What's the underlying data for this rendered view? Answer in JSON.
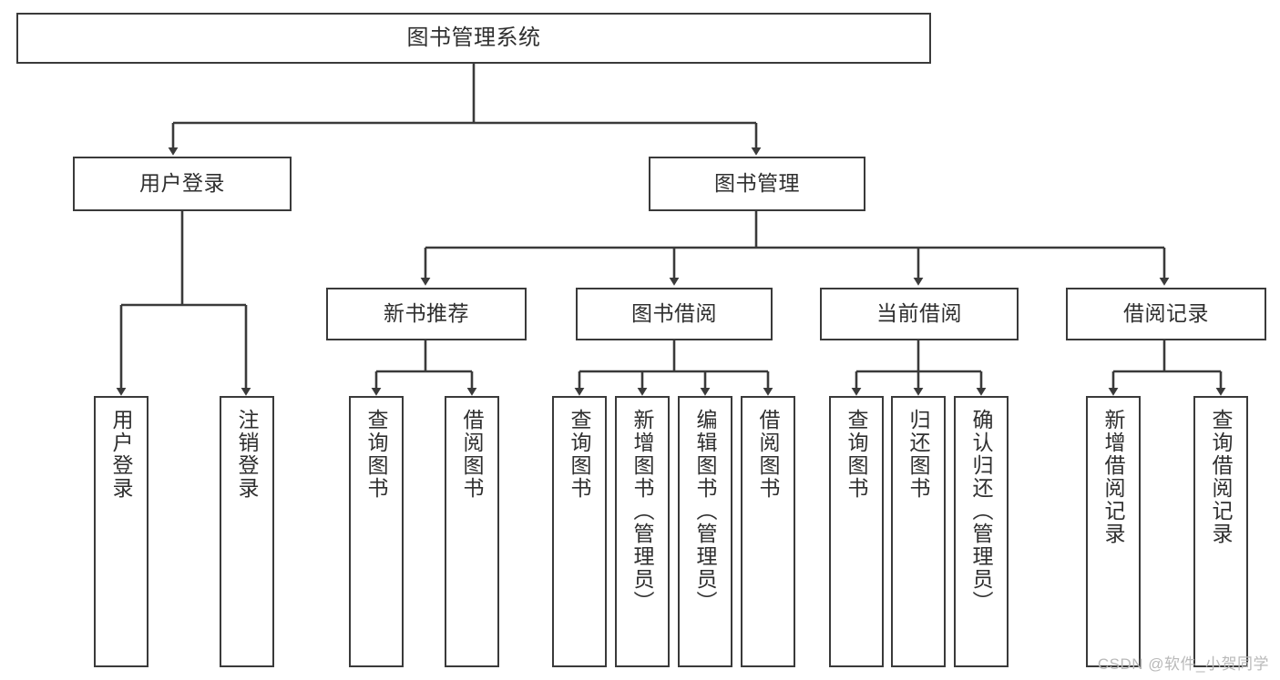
{
  "diagram": {
    "type": "tree",
    "title": "图书管理系统",
    "root": {
      "label": "图书管理系统"
    },
    "level2": [
      {
        "label": "用户登录"
      },
      {
        "label": "图书管理"
      }
    ],
    "level3": [
      {
        "label": "新书推荐"
      },
      {
        "label": "图书借阅"
      },
      {
        "label": "当前借阅"
      },
      {
        "label": "借阅记录"
      }
    ],
    "leaves": {
      "user_login": [
        {
          "label": "用户登录"
        },
        {
          "label": "注销登录"
        }
      ],
      "new_book_recommend": [
        {
          "label": "查询图书"
        },
        {
          "label": "借阅图书"
        }
      ],
      "book_borrow": [
        {
          "label": "查询图书"
        },
        {
          "label": "新增图书（管理员）"
        },
        {
          "label": "编辑图书（管理员）"
        },
        {
          "label": "借阅图书"
        }
      ],
      "current_borrow": [
        {
          "label": "查询图书"
        },
        {
          "label": "归还图书"
        },
        {
          "label": "确认归还（管理员）"
        }
      ],
      "borrow_record": [
        {
          "label": "新增借阅记录"
        },
        {
          "label": "查询借阅记录"
        }
      ]
    }
  },
  "watermark": {
    "text": "CSDN @软件_小贺同学"
  },
  "colors": {
    "stroke": "#3a3a3a",
    "text": "#2f2f2f",
    "background": "#ffffff",
    "watermark": "#b9b9b9"
  }
}
